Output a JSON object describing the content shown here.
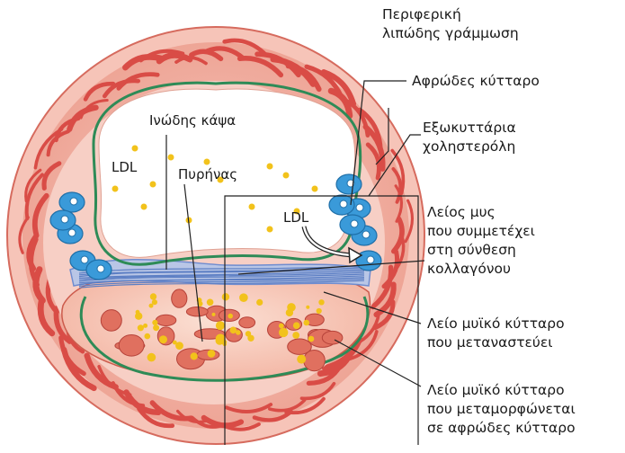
{
  "diagram": {
    "labels": {
      "peripheral_streak": [
        "Περιφερική",
        "λιπώδης γράμμωση"
      ],
      "foam_cell": "Αφρώδες κύτταρο",
      "extracellular_cholesterol": [
        "Εξωκυττάρια",
        "χοληστερόλη"
      ],
      "smooth_muscle_collagen": [
        "Λείος μυς",
        "που συμμετέχει",
        "στη σύνθεση",
        "κολλαγόνου"
      ],
      "migrating_smc": [
        "Λείο μυϊκό κύτταρο",
        "που μεταναστεύει"
      ],
      "transforming_smc": [
        "Λείο μυϊκό κύτταρο",
        "που μεταμορφώνεται",
        "σε αφρώδες κύτταρο"
      ],
      "fibrous_cap": "Ινώδης κάψα",
      "core": "Πυρήνας",
      "ldl_left": "LDL",
      "ldl_right": "LDL"
    },
    "colors": {
      "outer_wall": "#f2b8ad",
      "muscle_band": "#d9504a",
      "intima_line": "#2e8b57",
      "foam_blue": "#3a9ad9",
      "lipid_yellow": "#f2c21b",
      "lumen": "#ffffff"
    }
  }
}
